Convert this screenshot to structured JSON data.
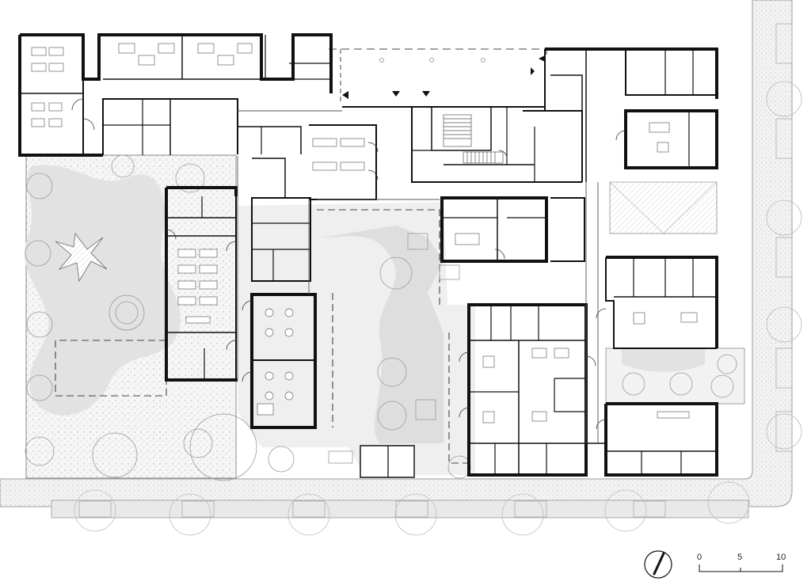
{
  "scale_bar": {
    "label_0": "0",
    "label_5": "5",
    "label_10": "10"
  },
  "north_arrow": {
    "icon": "north-arrow-icon"
  }
}
